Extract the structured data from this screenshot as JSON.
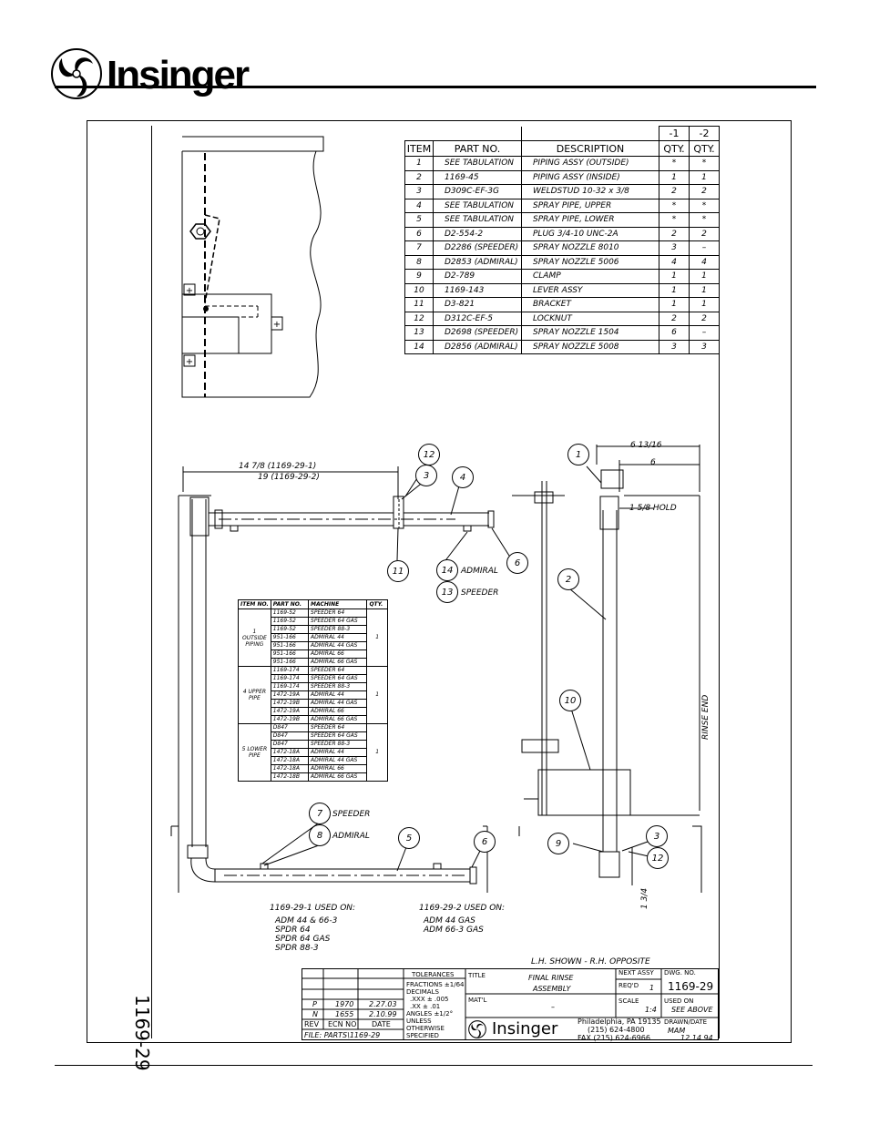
{
  "header": {
    "brand": "Insinger"
  },
  "bom": {
    "group_headers": [
      "-1",
      "-2"
    ],
    "columns": [
      "ITEM",
      "PART NO.",
      "DESCRIPTION",
      "QTY.",
      "QTY."
    ],
    "rows": [
      {
        "item": "1",
        "part": "SEE TABULATION",
        "desc": "PIPING ASSY (OUTSIDE)",
        "q1": "*",
        "q2": "*"
      },
      {
        "item": "2",
        "part": "1169-45",
        "desc": "PIPING ASSY (INSIDE)",
        "q1": "1",
        "q2": "1"
      },
      {
        "item": "3",
        "part": "D309C-EF-3G",
        "desc": "WELDSTUD 10-32 x 3/8",
        "q1": "2",
        "q2": "2"
      },
      {
        "item": "4",
        "part": "SEE TABULATION",
        "desc": "SPRAY PIPE, UPPER",
        "q1": "*",
        "q2": "*"
      },
      {
        "item": "5",
        "part": "SEE TABULATION",
        "desc": "SPRAY PIPE, LOWER",
        "q1": "*",
        "q2": "*"
      },
      {
        "item": "6",
        "part": "D2-554-2",
        "desc": "PLUG 3/4-10 UNC-2A",
        "q1": "2",
        "q2": "2"
      },
      {
        "item": "7",
        "part": "D2286 (SPEEDER)",
        "desc": "SPRAY NOZZLE 8010",
        "q1": "3",
        "q2": "–"
      },
      {
        "item": "8",
        "part": "D2853 (ADMIRAL)",
        "desc": "SPRAY NOZZLE 5006",
        "q1": "4",
        "q2": "4"
      },
      {
        "item": "9",
        "part": "D2-789",
        "desc": "CLAMP",
        "q1": "1",
        "q2": "1"
      },
      {
        "item": "10",
        "part": "1169-143",
        "desc": "LEVER ASSY",
        "q1": "1",
        "q2": "1"
      },
      {
        "item": "11",
        "part": "D3-821",
        "desc": "BRACKET",
        "q1": "1",
        "q2": "1"
      },
      {
        "item": "12",
        "part": "D312C-EF-5",
        "desc": "LOCKNUT",
        "q1": "2",
        "q2": "2"
      },
      {
        "item": "13",
        "part": "D2698 (SPEEDER)",
        "desc": "SPRAY NOZZLE 1504",
        "q1": "6",
        "q2": "–"
      },
      {
        "item": "14",
        "part": "D2856 (ADMIRAL)",
        "desc": "SPRAY NOZZLE 5008",
        "q1": "3",
        "q2": "3"
      }
    ]
  },
  "tabulation": {
    "columns": [
      "ITEM NO.",
      "PART NO.",
      "MACHINE",
      "QTY."
    ],
    "groups": [
      {
        "item": "1 OUTSIDE PIPING",
        "qty": "1",
        "rows": [
          {
            "part": "1169-52",
            "machine": "SPEEDER 64"
          },
          {
            "part": "1169-52",
            "machine": "SPEEDER 64 GAS"
          },
          {
            "part": "1169-52",
            "machine": "SPEEDER 88-3"
          },
          {
            "part": "951-166",
            "machine": "ADMIRAL 44"
          },
          {
            "part": "951-166",
            "machine": "ADMIRAL 44 GAS"
          },
          {
            "part": "951-166",
            "machine": "ADMIRAL 66"
          },
          {
            "part": "951-166",
            "machine": "ADMIRAL 66 GAS"
          }
        ]
      },
      {
        "item": "4 UPPER PIPE",
        "qty": "1",
        "rows": [
          {
            "part": "1169-174",
            "machine": "SPEEDER 64"
          },
          {
            "part": "1169-174",
            "machine": "SPEEDER 64 GAS"
          },
          {
            "part": "1169-174",
            "machine": "SPEEDER 88-3"
          },
          {
            "part": "1472-19A",
            "machine": "ADMIRAL 44"
          },
          {
            "part": "1472-19B",
            "machine": "ADMIRAL 44 GAS"
          },
          {
            "part": "1472-19A",
            "machine": "ADMIRAL 66"
          },
          {
            "part": "1472-19B",
            "machine": "ADMIRAL 66 GAS"
          }
        ]
      },
      {
        "item": "5 LOWER PIPE",
        "qty": "1",
        "rows": [
          {
            "part": "D847",
            "machine": "SPEEDER 64"
          },
          {
            "part": "D847",
            "machine": "SPEEDER 64 GAS"
          },
          {
            "part": "D847",
            "machine": "SPEEDER 88-3"
          },
          {
            "part": "1472-18A",
            "machine": "ADMIRAL 44"
          },
          {
            "part": "1472-18A",
            "machine": "ADMIRAL 44 GAS"
          },
          {
            "part": "1472-18A",
            "machine": "ADMIRAL 66"
          },
          {
            "part": "1472-18B",
            "machine": "ADMIRAL 66 GAS"
          }
        ]
      }
    ]
  },
  "dims": {
    "d1": "14 7/8 (1169-29-1)",
    "d2": "19 (1169-29-2)",
    "d3": "6 13/16",
    "d4": "6",
    "hold": "1 5/8 HOLD",
    "rinse_end": "RINSE END",
    "drop": "1 3/4"
  },
  "labels": {
    "admiral": "ADMIRAL",
    "speeder": "SPEEDER"
  },
  "used_on": {
    "left_title": "1169-29-1 USED ON:",
    "left_items": [
      "ADM 44 & 66-3",
      "SPDR 64",
      "SPDR 64 GAS",
      "SPDR 88-3"
    ],
    "right_title": "1169-29-2 USED ON:",
    "right_items": [
      "ADM 44 GAS",
      "ADM 66-3 GAS"
    ]
  },
  "shown_note": "L.H. SHOWN - R.H. OPPOSITE",
  "side_dwg": "1169-29",
  "title_block": {
    "revs": [
      {
        "rev": "P",
        "ecn": "1970",
        "date": "2.27.03"
      },
      {
        "rev": "N",
        "ecn": "1655",
        "date": "2.10.99"
      }
    ],
    "rev_hdr": "REV",
    "ecn_hdr": "ECN NO",
    "date_hdr": "DATE",
    "file": "FILE: PARTS\\1169-29",
    "tolerances_hdr": "TOLERANCES",
    "tol_lines": [
      "FRACTIONS ±1/64",
      "DECIMALS",
      ".XXX ± .005",
      ".XX  ± .01",
      "ANGLES ±1/2°",
      "UNLESS",
      "OTHERWISE",
      "SPECIFIED"
    ],
    "title_lbl": "TITLE",
    "title_1": "FINAL RINSE",
    "title_2": "ASSEMBLY",
    "matl_lbl": "MAT'L",
    "matl": "–",
    "next_assy_lbl": "NEXT ASSY",
    "next_assy": "–",
    "reqd_lbl": "REQ'D",
    "reqd": "1",
    "dwg_lbl": "DWG. NO.",
    "dwg": "1169-29",
    "scale_lbl": "SCALE",
    "scale": "1:4",
    "used_lbl": "USED ON",
    "used": "SEE ABOVE",
    "drawn_lbl": "DRAWN/DATE",
    "drawn": "MAM",
    "drawn_date": "12.14.94",
    "brand": "Insinger",
    "addr_1": "Philadelphia, PA 19135",
    "addr_2": "(215) 624-4800",
    "addr_3": "FAX (215) 624-6966"
  }
}
